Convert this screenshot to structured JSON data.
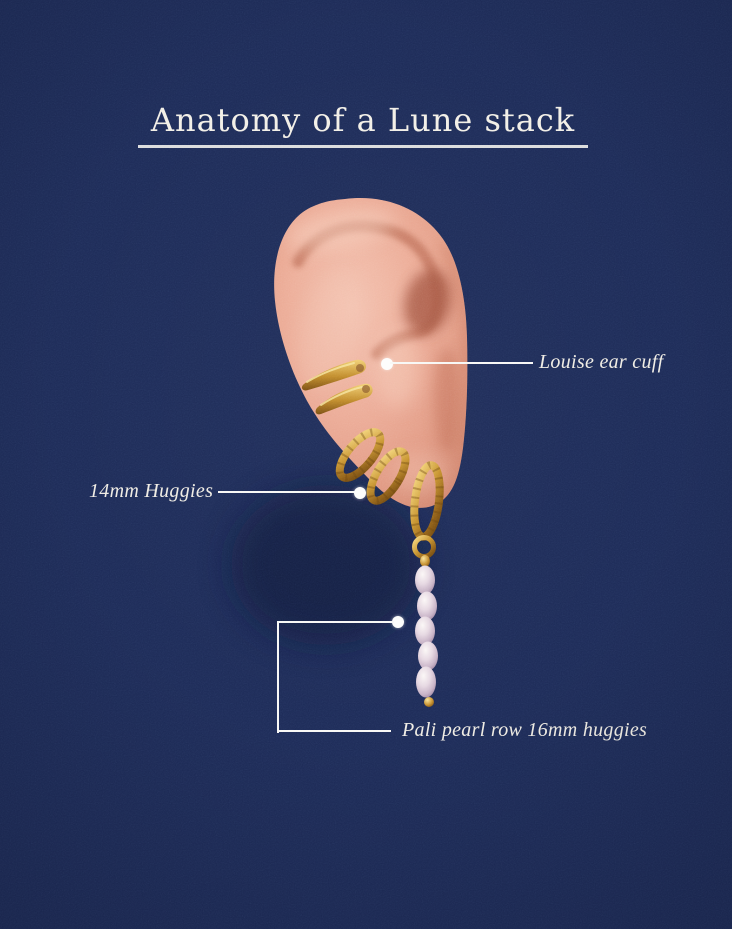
{
  "title": {
    "text": "Anatomy of a Lune stack"
  },
  "annotations": {
    "ear_cuff": {
      "label": "Louise ear cuff"
    },
    "huggies_14mm": {
      "label": "14mm Huggies"
    },
    "pearl_row": {
      "label": "Pali pearl row 16mm huggies"
    }
  },
  "illustration": {
    "subject": "ear wearing a gold earring stack",
    "pearl_count": 5,
    "colors": {
      "background": "#1d2b58",
      "text": "#f2efe7",
      "connector": "#f8f8f6",
      "skin": "#ecab96",
      "gold": "#c9952f",
      "pearl": "#e6d8e2"
    }
  }
}
